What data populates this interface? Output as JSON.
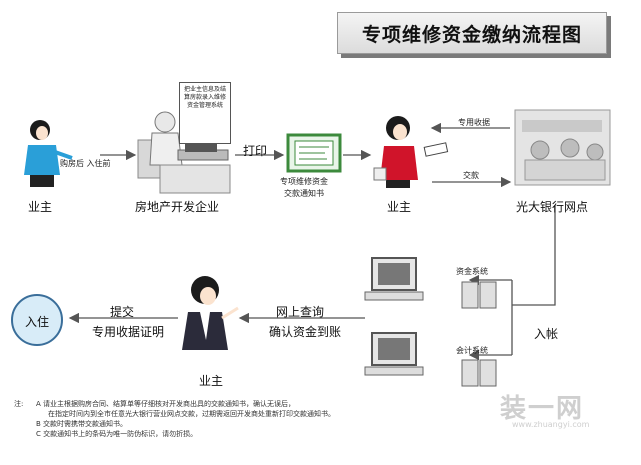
{
  "title": "专项维修资金缴纳流程图",
  "nodes": {
    "owner1": "业主",
    "owner1_note": "购房后 入住前",
    "developer": "房地产开发企业",
    "developer_bubble": "把业主信息及结算房款录入维修资金管理系统",
    "print": "打印",
    "notice_line1": "专项维修资金",
    "notice_line2": "交款通知书",
    "owner2": "业主",
    "receipt": "专用收据",
    "payment": "交款",
    "bank": "光大银行网点",
    "fund_system": "资金系统",
    "accounting_system": "会计系统",
    "posting": "入帐",
    "online_line1": "网上查询",
    "online_line2": "确认资金到账",
    "owner3": "业主",
    "submit": "提交",
    "receipt_proof": "专用收据证明",
    "move_in": "入住"
  },
  "notes": {
    "label": "注:",
    "a_line1": "A   请业主根据购房合同、结算单等仔细核对开发商出具的交款通知书，确认无误后，",
    "a_line2": "在指定时间内到全市任意光大银行营业网点交款，过期需返回开发商处重新打印交款通知书。",
    "b": "B   交款时需携带交款通知书。",
    "c": "C   交款通知书上的条码为唯一防伪标识，请勿折损。"
  },
  "watermark": "装一网",
  "watermark_sub": "www.zhuangyi.com",
  "colors": {
    "owner_shirt": "#2a9fd8",
    "owner2_shirt": "#d0142a",
    "notice_green": "#3c8a3c",
    "arrow": "#555555"
  }
}
